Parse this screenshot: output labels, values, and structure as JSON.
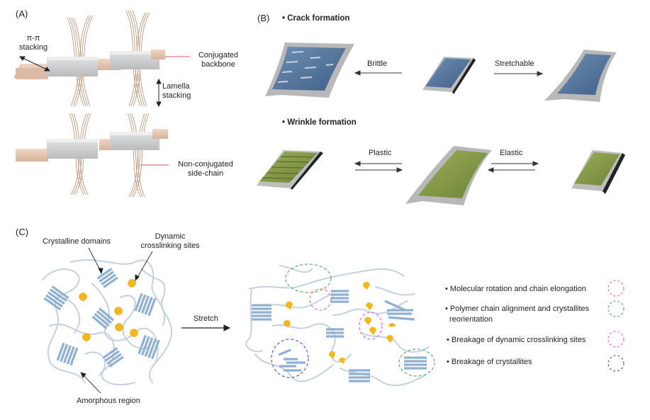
{
  "panels": {
    "A": {
      "label": "(A)",
      "annotations": {
        "pi_stacking": [
          "π-π",
          "stacking"
        ],
        "conjugated_backbone": [
          "Conjugated",
          "backbone"
        ],
        "lamella_stacking": [
          "Lamella",
          "stacking"
        ],
        "side_chain": [
          "Non-conjugated",
          "side-chain"
        ]
      }
    },
    "B": {
      "label": "(B)",
      "crack": {
        "heading": "• Crack formation",
        "left_arrow_label": "Brittle",
        "right_arrow_label": "Stretchable"
      },
      "wrinkle": {
        "heading": "• Wrinkle formation",
        "left_arrow_label": "Plastic",
        "right_arrow_label": "Elastic"
      }
    },
    "C": {
      "label": "(C)",
      "annotations": {
        "crystalline_domains": "Crystalline domains",
        "dynamic_sites": [
          "Dynamic",
          "crosslinking sites"
        ],
        "amorphous": "Amorphous region"
      },
      "arrow_label": "Stretch",
      "legend": [
        {
          "text": [
            "• Molecular rotation and chain elongation"
          ],
          "color": "#e87a7a"
        },
        {
          "text": [
            "• Polymer chain alignment and crystallites",
            "reorientation"
          ],
          "color": "#5fae6e"
        },
        {
          "text": [
            "• Breakage of dynamic crosslinking sites"
          ],
          "color": "#e66be6"
        },
        {
          "text": [
            "• Breakage of crystallites"
          ],
          "color": "#5b5bcc"
        }
      ]
    }
  },
  "colors": {
    "backbone_gray": "#c8cacb",
    "backbone_tan": "#e6c3ad",
    "side_chain": "#a6785a",
    "film_blue": "#4e6e94",
    "film_green": "#7e9444",
    "substrate": "#b7b7b7",
    "chain": "#c3d1e2",
    "crystal": "#8fb0d0",
    "site": "#f2b71b",
    "pointer_red": "#e4767a"
  }
}
